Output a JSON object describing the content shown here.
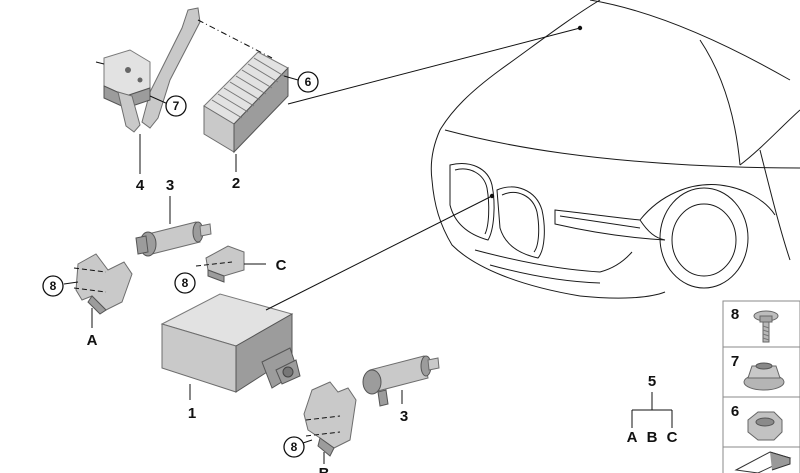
{
  "callouts": {
    "c1": "1",
    "c2": "2",
    "c3a": "3",
    "c3b": "3",
    "c4": "4",
    "c5": "5",
    "c6": "6",
    "c7": "7",
    "c8a": "8",
    "c8b": "8",
    "c8c": "8",
    "cA": "A",
    "cB": "B",
    "cC": "C",
    "g5A": "A",
    "g5B": "B",
    "g5C": "C"
  },
  "legend": {
    "items": [
      {
        "num": "8",
        "icon": "screw-icon"
      },
      {
        "num": "7",
        "icon": "flange-nut-icon"
      },
      {
        "num": "6",
        "icon": "hex-nut-icon"
      }
    ]
  }
}
